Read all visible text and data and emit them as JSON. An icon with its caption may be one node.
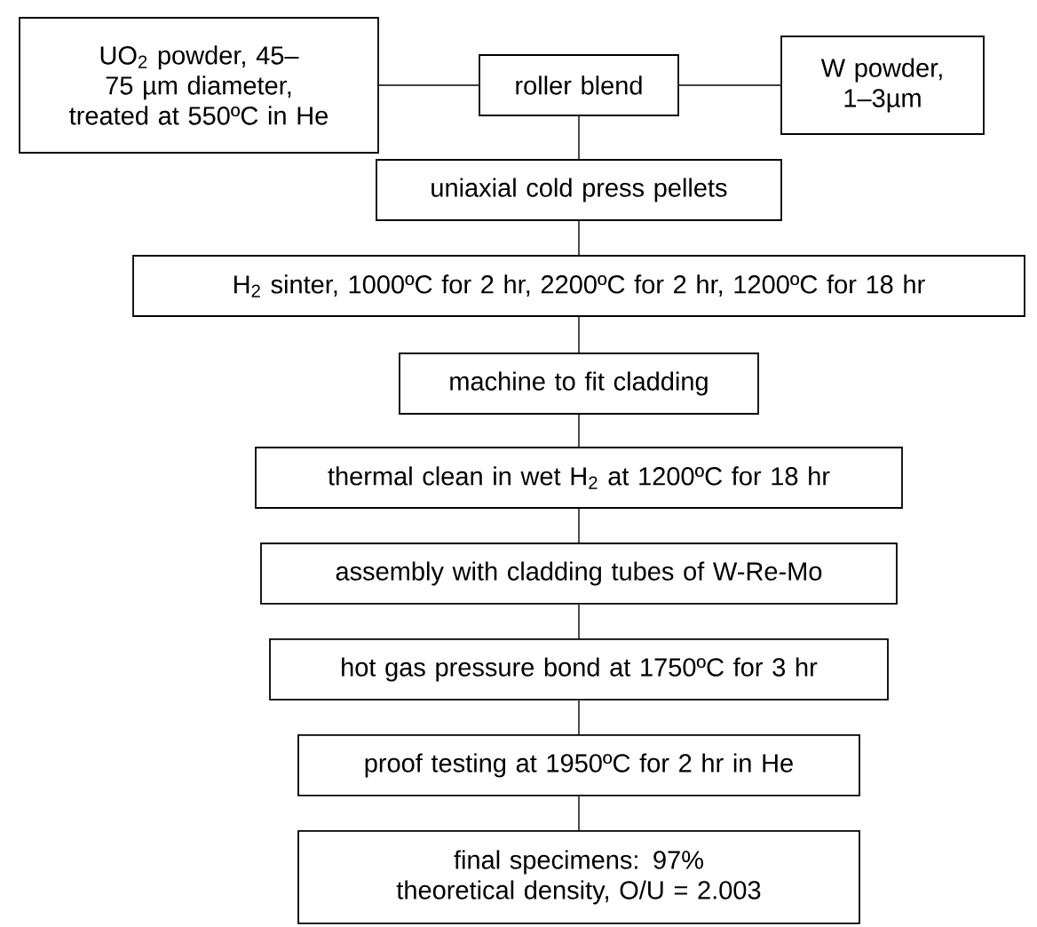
{
  "diagram": {
    "nodes": [
      {
        "text": [
          "UO$_{2}$ powder, 45–75 µm diameter, treated at 550ºC in He"
        ]
      },
      {
        "text": [
          "roller blend"
        ]
      },
      {
        "text": [
          "W powder, 1–3µm"
        ]
      },
      {
        "text": [
          "uniaxial cold press pellets"
        ]
      },
      {
        "text": [
          "H$_{2}$ sinter, 1000ºC for 2 hr, 2200ºC for 2 hr, 1200ºC for 18 hr"
        ]
      },
      {
        "text": [
          "machine to fit cladding"
        ]
      },
      {
        "text": [
          "thermal clean in wet H$_{2}$ at 1200ºC for 18 hr"
        ]
      },
      {
        "text": [
          "assembly with cladding tubes of W-Re-Mo"
        ]
      },
      {
        "text": [
          "hot gas pressure bond at 1750ºC for 3 hr"
        ]
      },
      {
        "text": [
          "proof testing at 1950ºC for 2 hr in He"
        ]
      },
      {
        "text": [
          "final specimens: 97% theoretical density, O/U = 2.003"
        ]
      }
    ],
    "edges": [
      {
        "from": 0,
        "to": 1,
        "arrow": "none"
      },
      {
        "from": 2,
        "to": 1,
        "arrow": "none"
      },
      {
        "from": 1,
        "to": 3,
        "arrow": "none"
      },
      {
        "from": 3,
        "to": 4,
        "arrow": "none"
      },
      {
        "from": 4,
        "to": 5,
        "arrow": "none"
      },
      {
        "from": 5,
        "to": 6,
        "arrow": "none"
      },
      {
        "from": 6,
        "to": 7,
        "arrow": "none"
      },
      {
        "from": 7,
        "to": 8,
        "arrow": "none"
      },
      {
        "from": 8,
        "to": 9,
        "arrow": "none"
      },
      {
        "from": 9,
        "to": 10,
        "arrow": "none"
      }
    ]
  }
}
